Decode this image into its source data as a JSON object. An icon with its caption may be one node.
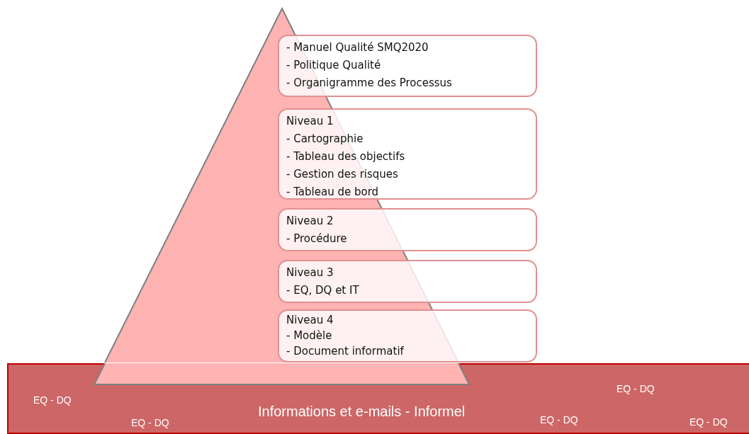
{
  "diagram": {
    "nodes": [
      {
        "text": [
          "- Manuel Qualité SMQ2020",
          "- Politique Qualité",
          "- Organigramme des Processus"
        ]
      },
      {
        "text": [
          "Niveau 1",
          "- Cartographie",
          "- Tableau des objectifs",
          "- Gestion des risques",
          "- Tableau de bord"
        ]
      },
      {
        "text": [
          "Niveau 2",
          "- Procédure"
        ]
      },
      {
        "text": [
          "Niveau 3",
          "- EQ, DQ et IT"
        ]
      },
      {
        "text": [
          "Niveau 4",
          "- Modèle",
          "- Document informatif"
        ]
      },
      {
        "text": [
          "Informations et e-mails - Informel"
        ]
      }
    ],
    "edges": [],
    "labels": [
      "EQ - DQ",
      "EQ - DQ",
      "EQ - DQ",
      "EQ - DQ",
      "EQ - DQ"
    ]
  }
}
